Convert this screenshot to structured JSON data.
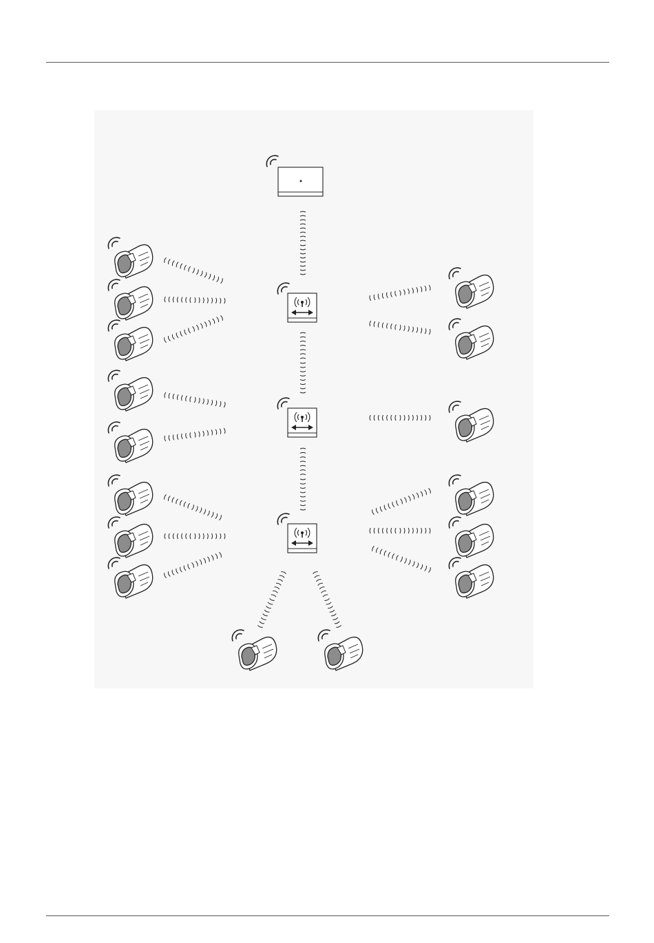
{
  "colors": {
    "line": "#222222",
    "device_fill": "#ffffff",
    "lens_fill": "#8c8c8c",
    "rule": "#555555",
    "background": "#f7f7f7"
  },
  "icons": {
    "controller": "wireless-controller-icon",
    "repeater": "wireless-repeater-icon",
    "thermostat": "radiator-thermostat-icon",
    "signal": "radio-signal-icon",
    "link": "wireless-link-icon"
  },
  "diagram": {
    "controller": {
      "id": "controller"
    },
    "repeaters": [
      {
        "id": "repeater-1"
      },
      {
        "id": "repeater-2"
      },
      {
        "id": "repeater-3"
      }
    ],
    "thermostats": [
      {
        "id": "thermostat-l1",
        "connects_to": "repeater-1"
      },
      {
        "id": "thermostat-l2",
        "connects_to": "repeater-1"
      },
      {
        "id": "thermostat-l3",
        "connects_to": "repeater-1"
      },
      {
        "id": "thermostat-r1",
        "connects_to": "repeater-1"
      },
      {
        "id": "thermostat-r2",
        "connects_to": "repeater-1"
      },
      {
        "id": "thermostat-l4",
        "connects_to": "repeater-2"
      },
      {
        "id": "thermostat-l5",
        "connects_to": "repeater-2"
      },
      {
        "id": "thermostat-r3",
        "connects_to": "repeater-2"
      },
      {
        "id": "thermostat-l6",
        "connects_to": "repeater-3"
      },
      {
        "id": "thermostat-l7",
        "connects_to": "repeater-3"
      },
      {
        "id": "thermostat-l8",
        "connects_to": "repeater-3"
      },
      {
        "id": "thermostat-r4",
        "connects_to": "repeater-3"
      },
      {
        "id": "thermostat-r5",
        "connects_to": "repeater-3"
      },
      {
        "id": "thermostat-r6",
        "connects_to": "repeater-3"
      },
      {
        "id": "thermostat-b1",
        "connects_to": "repeater-3"
      },
      {
        "id": "thermostat-b2",
        "connects_to": "repeater-3"
      }
    ],
    "chain": [
      {
        "from": "controller",
        "to": "repeater-1"
      },
      {
        "from": "repeater-1",
        "to": "repeater-2"
      },
      {
        "from": "repeater-2",
        "to": "repeater-3"
      }
    ]
  }
}
